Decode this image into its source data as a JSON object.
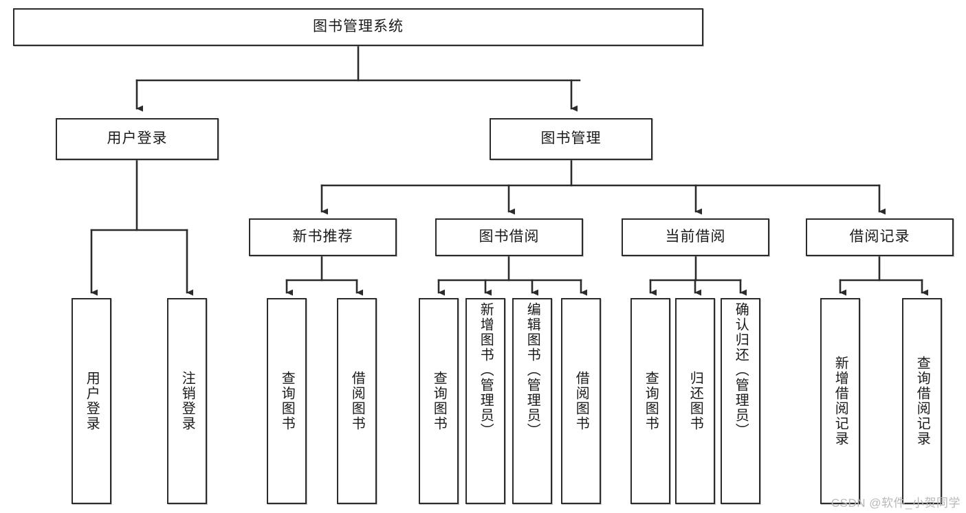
{
  "diagram": {
    "type": "tree-hierarchy-chart",
    "title": "图书管理系统",
    "orientation": "top-down",
    "line_color": "#2b2b2b",
    "box_fill": "#ffffff",
    "text_color": "#1a1a1a"
  },
  "nodes": {
    "root": {
      "label": "图书管理系统",
      "level": 0
    },
    "level1": [
      {
        "label": "用户登录",
        "level": 1
      },
      {
        "label": "图书管理",
        "level": 1
      }
    ],
    "level2": [
      {
        "label": "新书推荐",
        "level": 2,
        "parent": "图书管理"
      },
      {
        "label": "图书借阅",
        "level": 2,
        "parent": "图书管理"
      },
      {
        "label": "当前借阅",
        "level": 2,
        "parent": "图书管理"
      },
      {
        "label": "借阅记录",
        "level": 2,
        "parent": "图书管理"
      }
    ],
    "leaves": {
      "user_login": [
        {
          "label": "用户登录"
        },
        {
          "label": "注销登录"
        }
      ],
      "new_book_recommend": [
        {
          "label": "查询图书"
        },
        {
          "label": "借阅图书"
        }
      ],
      "book_borrow": [
        {
          "label": "查询图书"
        },
        {
          "label": "新增图书（管理员）"
        },
        {
          "label": "编辑图书（管理员）"
        },
        {
          "label": "借阅图书"
        }
      ],
      "current_borrow": [
        {
          "label": "查询图书"
        },
        {
          "label": "归还图书"
        },
        {
          "label": "确认归还（管理员）"
        }
      ],
      "borrow_record": [
        {
          "label": "新增借阅记录"
        },
        {
          "label": "查询借阅记录"
        }
      ]
    }
  },
  "watermark": {
    "text": "CSDN @软件_小贺同学"
  }
}
